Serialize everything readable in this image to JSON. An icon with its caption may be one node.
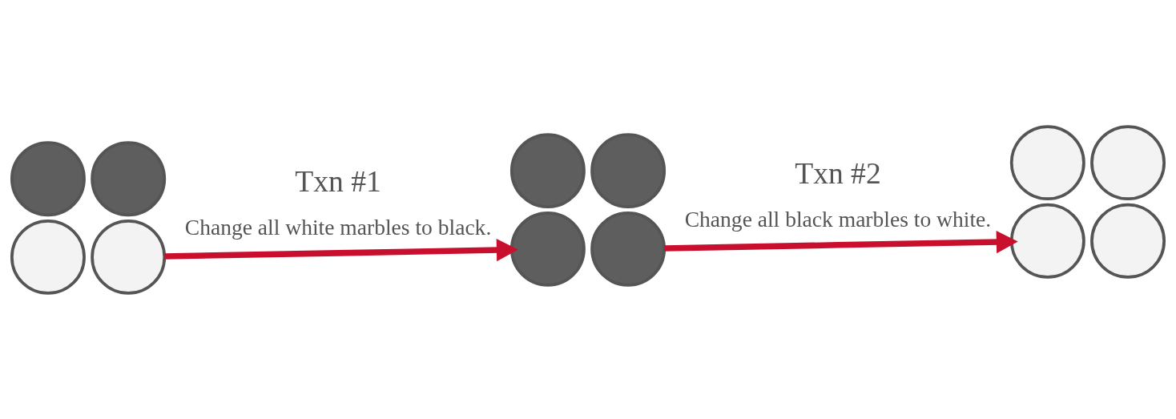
{
  "diagram": {
    "nodes": [
      {
        "text": [],
        "shape": "circle"
      },
      {
        "text": [],
        "shape": "circle"
      },
      {
        "text": [],
        "shape": "circle"
      },
      {
        "text": [],
        "shape": "circle"
      },
      {
        "text": [],
        "shape": "circle"
      },
      {
        "text": [],
        "shape": "circle"
      },
      {
        "text": [],
        "shape": "circle"
      },
      {
        "text": [],
        "shape": "circle"
      },
      {
        "text": [],
        "shape": "circle"
      },
      {
        "text": [],
        "shape": "circle"
      },
      {
        "text": [],
        "shape": "circle"
      },
      {
        "text": [],
        "shape": "circle"
      }
    ],
    "edges": [
      {
        "from": 3,
        "to": 6,
        "arrow": "to"
      },
      {
        "from": 7,
        "to": 10,
        "arrow": "to"
      }
    ],
    "labels": [
      "Txn #1",
      "Change all white marbles to black.",
      "Txn #2",
      "Change all black marbles to white."
    ]
  }
}
